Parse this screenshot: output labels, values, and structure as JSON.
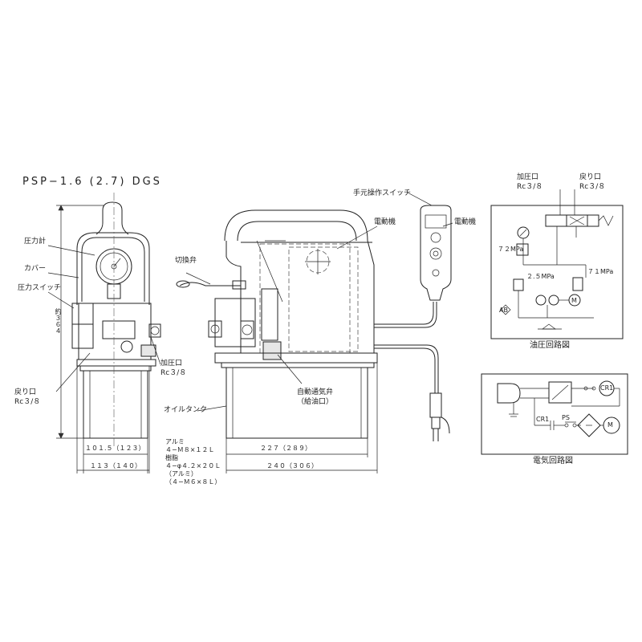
{
  "title": "PSP−1.6 (2.7) DGS",
  "front_view": {
    "pressure_gauge": "圧力計",
    "cover": "カバー",
    "pressure_switch": "圧力スイッチ",
    "pressure_port": "加圧口",
    "pressure_port_thread": "Rc３/８",
    "return_port": "戻り口",
    "return_port_thread": "Rc３/８",
    "height_dim": "約３６４",
    "dim_inner": "１０１.５（１２３）",
    "dim_outer": "１１３（１４０）"
  },
  "mount_note": {
    "line1": "アルミ",
    "line2": "４−Ｍ８×１２Ｌ",
    "line3": "樹脂",
    "line4": "４−φ４.２×２０Ｌ",
    "line5": "（アルミ）",
    "line6": "（４−Ｍ６×８Ｌ）"
  },
  "side_view": {
    "selector_valve": "切換弁",
    "motor": "電動機",
    "hand_switch": "手元操作スイッチ",
    "auto_vent": "自動通気弁",
    "oil_filler": "（給油口）",
    "oil_tank": "オイルタンク",
    "dim_inner": "２２７（２８９）",
    "dim_outer": "２４０（３０６）"
  },
  "pendant": {
    "motor_label": "電動機"
  },
  "hydraulic": {
    "caption": "油圧回路図",
    "pressure_port": "加圧口",
    "pressure_port_thread": "Rc３/８",
    "return_port": "戻り口",
    "return_port_thread": "Rc３/８",
    "p1": "７２MPa",
    "p2": "２.５MPa",
    "p3": "７１MPa",
    "ab": "AB",
    "motor": "M"
  },
  "electrical": {
    "caption": "電気回路図",
    "cr1_coil": "CR1",
    "cr1_contact": "CR1",
    "ps": "PS",
    "motor": "M"
  }
}
